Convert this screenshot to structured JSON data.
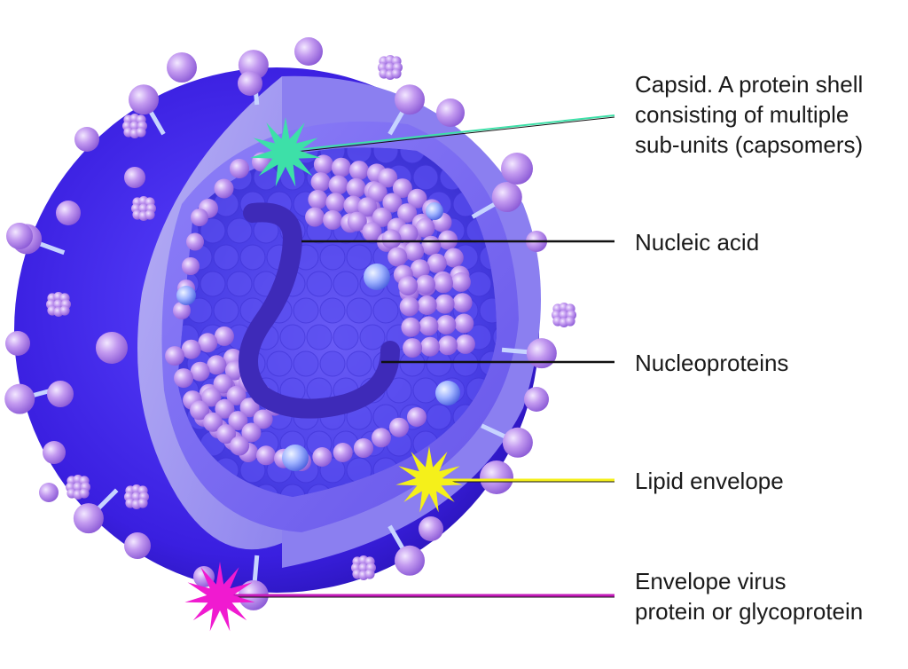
{
  "labels": {
    "capsid": [
      "Capsid. A protein shell",
      "consisting of multiple",
      "sub-units (capsomers)"
    ],
    "nucleic_acid": [
      "Nucleic acid"
    ],
    "nucleoproteins": [
      "Nucleoproteins"
    ],
    "lipid_envelope": [
      "Lipid envelope"
    ],
    "envelope_protein": [
      "Envelope virus",
      "protein or glycoprotein"
    ]
  },
  "colors": {
    "outer_shell": "#3a1fe0",
    "cut_face": "#a99ef0",
    "capsid_layer": "#7b6df2",
    "interior": "#4a3fe6",
    "spheres": "#b48ae8",
    "nucleic_strand": "#3e2ab8",
    "capsid_marker": "#3de0a8",
    "lipid_marker": "#f5f01a",
    "envelope_marker": "#f01ad0",
    "capsid_leader": "#3de0a8",
    "lipid_leader": "#f5f01a",
    "envelope_leader": "#c31ab8",
    "black_leader": "#111111"
  }
}
